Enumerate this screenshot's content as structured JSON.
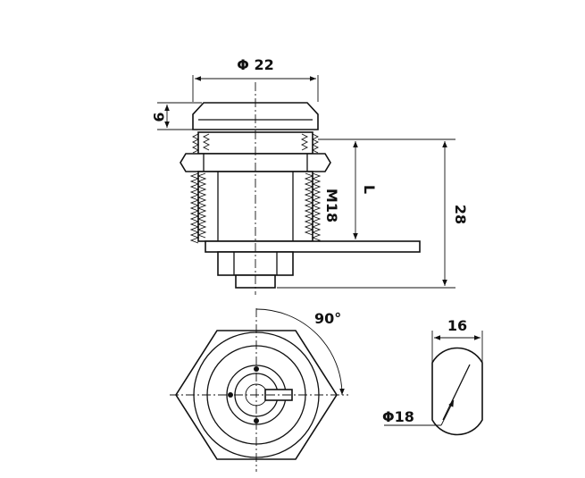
{
  "dimensions": {
    "cap_diameter": "Φ 22",
    "cap_height": "9",
    "thread": "M18",
    "length": "L",
    "overall": "28",
    "rotation": "90°",
    "cam_width": "16",
    "cam_diameter": "Φ18"
  }
}
